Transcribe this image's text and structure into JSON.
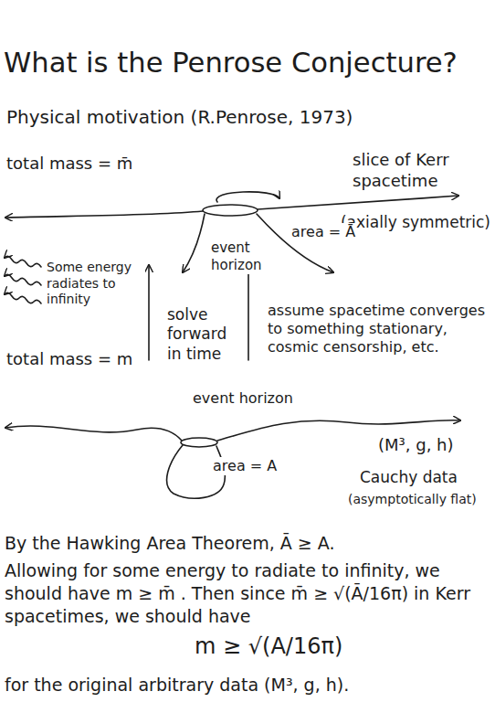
{
  "diagram": {
    "title": "What is the Penrose Conjecture?",
    "labels": [
      "Physical motivation (R.Penrose, 1973)",
      "total mass = m̄",
      "slice of Kerr spacetime",
      "(axially symmetric)",
      "event horizon",
      "area = Ā",
      "Some energy radiates to infinity",
      "solve forward in time",
      "assume spacetime converges to something stationary, cosmic censorship, etc.",
      "total mass = m",
      "event horizon",
      "area = A",
      "(M³, g, h)",
      "Cauchy data",
      "(asymptotically flat)",
      "By the Hawking Area Theorem, Ā ≥ A.",
      "Allowing for some energy to radiate to infinity, we should have m ≥ m̄ . Then since m̄ ≥ √(Ā/16π) in Kerr spacetimes, we should have",
      "m ≥ √(A/16π)",
      "for the original arbitrary data (M³, g, h)."
    ]
  }
}
